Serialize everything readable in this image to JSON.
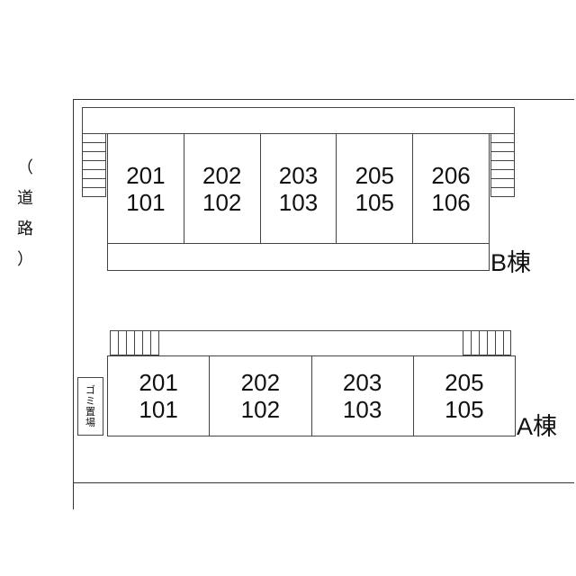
{
  "road_label": [
    "（",
    "道",
    "路",
    "）"
  ],
  "buildings": {
    "B": {
      "label": "B棟",
      "units": [
        {
          "upper": "201",
          "lower": "101"
        },
        {
          "upper": "202",
          "lower": "102"
        },
        {
          "upper": "203",
          "lower": "103"
        },
        {
          "upper": "205",
          "lower": "105"
        },
        {
          "upper": "206",
          "lower": "106"
        }
      ]
    },
    "A": {
      "label": "A棟",
      "units": [
        {
          "upper": "201",
          "lower": "101"
        },
        {
          "upper": "202",
          "lower": "102"
        },
        {
          "upper": "203",
          "lower": "103"
        },
        {
          "upper": "205",
          "lower": "105"
        }
      ]
    }
  },
  "garbage_area": [
    "ゴ",
    "ミ",
    "置",
    "場"
  ]
}
